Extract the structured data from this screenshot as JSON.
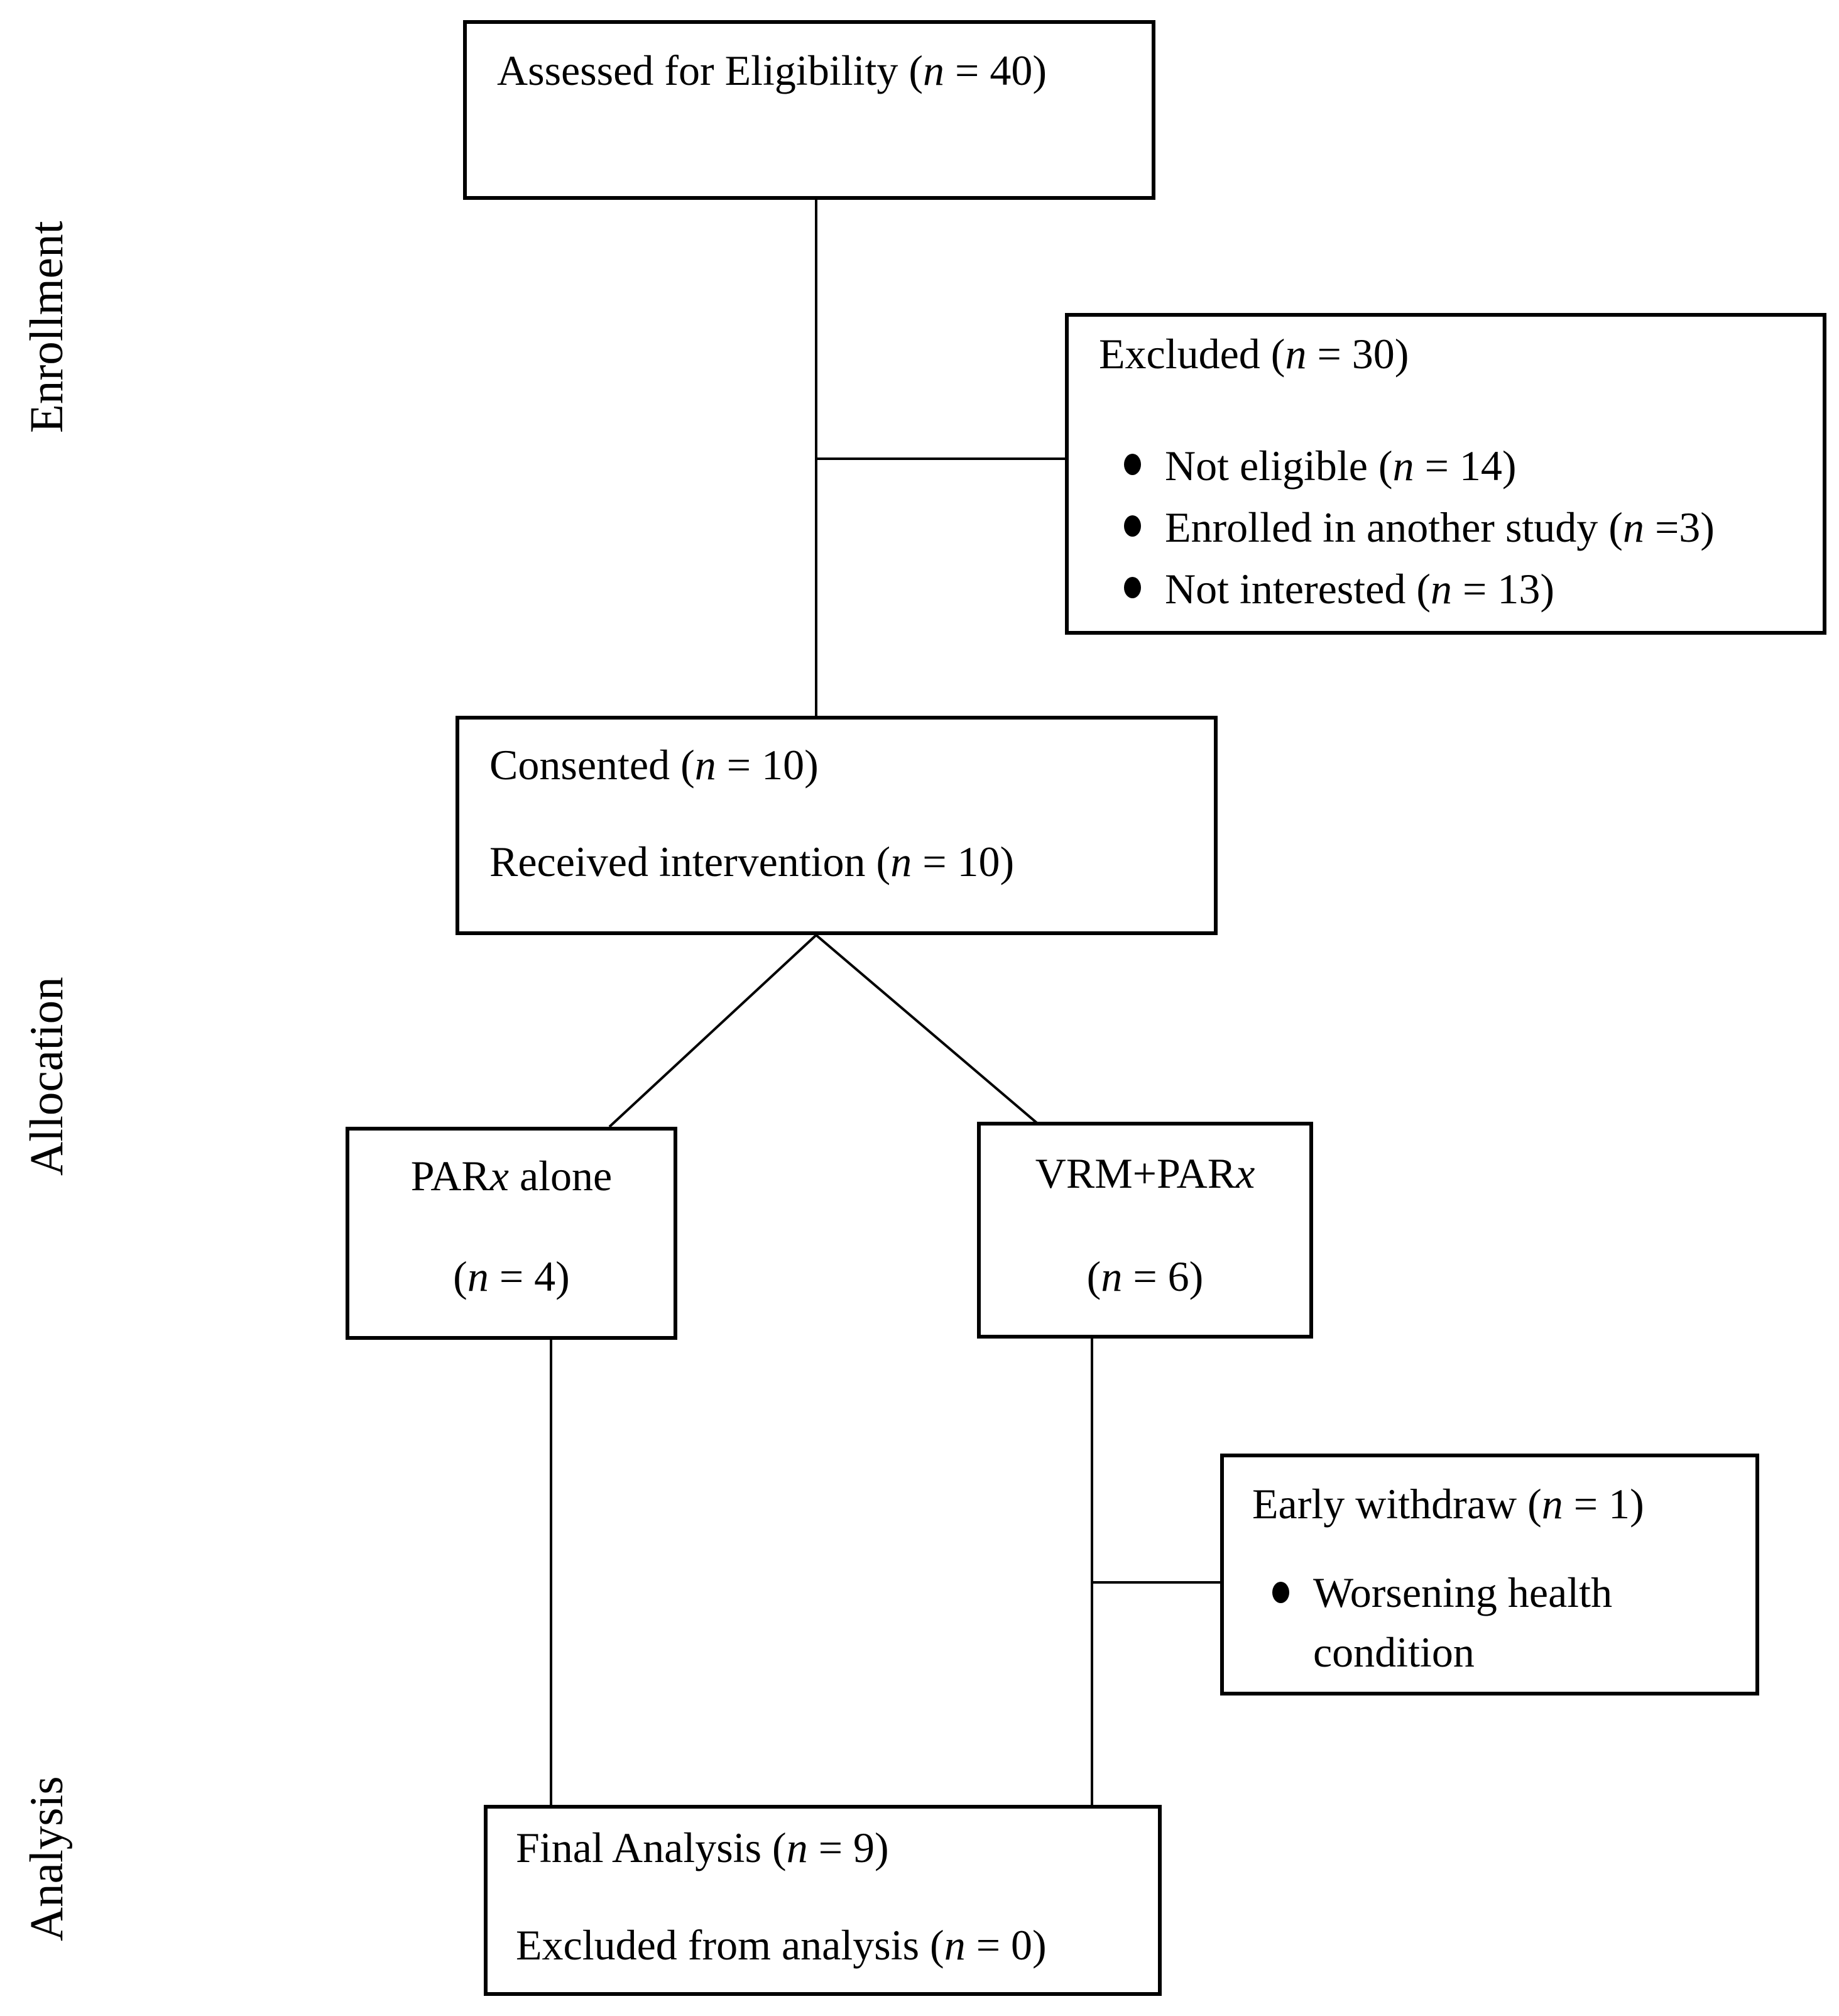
{
  "stage_labels": {
    "enrollment": "Enrollment",
    "allocation": "Allocation",
    "analysis": "Analysis"
  },
  "boxes": {
    "assessed": {
      "line1": "Assessed for Eligibility (n = 40)"
    },
    "excluded": {
      "title": "Excluded (n = 30)",
      "bullets": [
        "Not eligible (n = 14)",
        "Enrolled in another study (n =3)",
        "Not interested (n = 13)"
      ]
    },
    "consented": {
      "line1": "Consented (n = 10)",
      "line2": "Received intervention (n = 10)"
    },
    "parx_alone": {
      "line1": "PARx alone",
      "line2": "(n = 4)"
    },
    "vrm_parx": {
      "line1": "VRM+PARx",
      "line2": "(n = 6)"
    },
    "early_withdraw": {
      "title": "Early withdraw (n = 1)",
      "bullets": [
        "Worsening health condition"
      ]
    },
    "final_analysis": {
      "line1": "Final Analysis (n = 9)",
      "line2": "Excluded from analysis (n = 0)"
    }
  },
  "colors": {
    "background": "#ffffff",
    "border": "#000000",
    "text": "#000000",
    "connector": "#000000"
  }
}
